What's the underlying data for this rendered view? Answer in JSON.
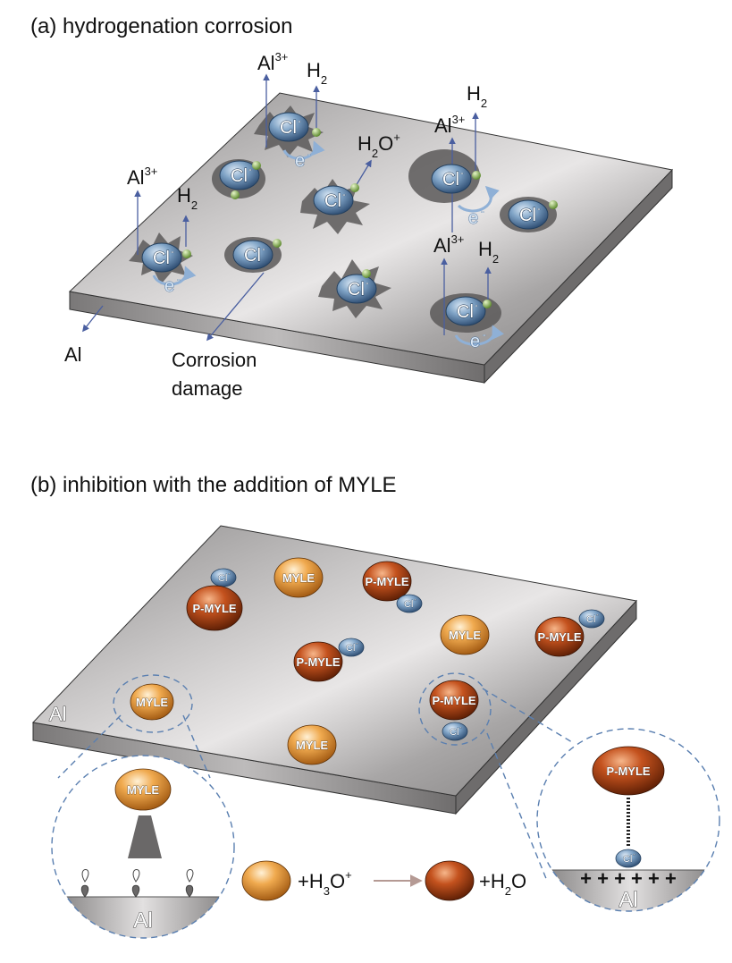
{
  "panel_a": {
    "title": "(a) hydrogenation corrosion",
    "substrate_label": "Al",
    "damage_label_line1": "Corrosion",
    "damage_label_line2": "damage",
    "chloride": "Cl",
    "chloride_charge": "-",
    "electron": "e",
    "electron_charge": "-",
    "aluminium_ion": "Al",
    "aluminium_charge": "3+",
    "hydrogen": "H",
    "hydrogen_sub": "2",
    "hydronium": "H",
    "hydronium_sub": "2",
    "hydronium_o": "O",
    "hydronium_charge": "+"
  },
  "panel_b": {
    "title": "(b) inhibition with the addition of MYLE",
    "substrate_label": "Al",
    "myle_label": "MYLE",
    "pmyle_label": "P-MYLE",
    "chloride": "Cl",
    "chloride_charge": "-",
    "zoom_left_substrate": "Al",
    "zoom_right_substrate": "Al",
    "zoom_right_charges": "+ + + + + +",
    "equation_plus_1": "+H",
    "equation_sub_1": "3",
    "equation_o": "O",
    "equation_charge": "+",
    "equation_plus_2": "+H",
    "equation_sub_2": "2",
    "equation_o_2": "O"
  },
  "colors": {
    "plate_top": "#b5b3b3",
    "plate_edge": "#8a8888",
    "chloride": "#7fa3c6",
    "myle": "#e8a04a",
    "pmyle": "#b5481a",
    "arrow": "#4a5fa0",
    "dashed": "#5a7fb0"
  }
}
